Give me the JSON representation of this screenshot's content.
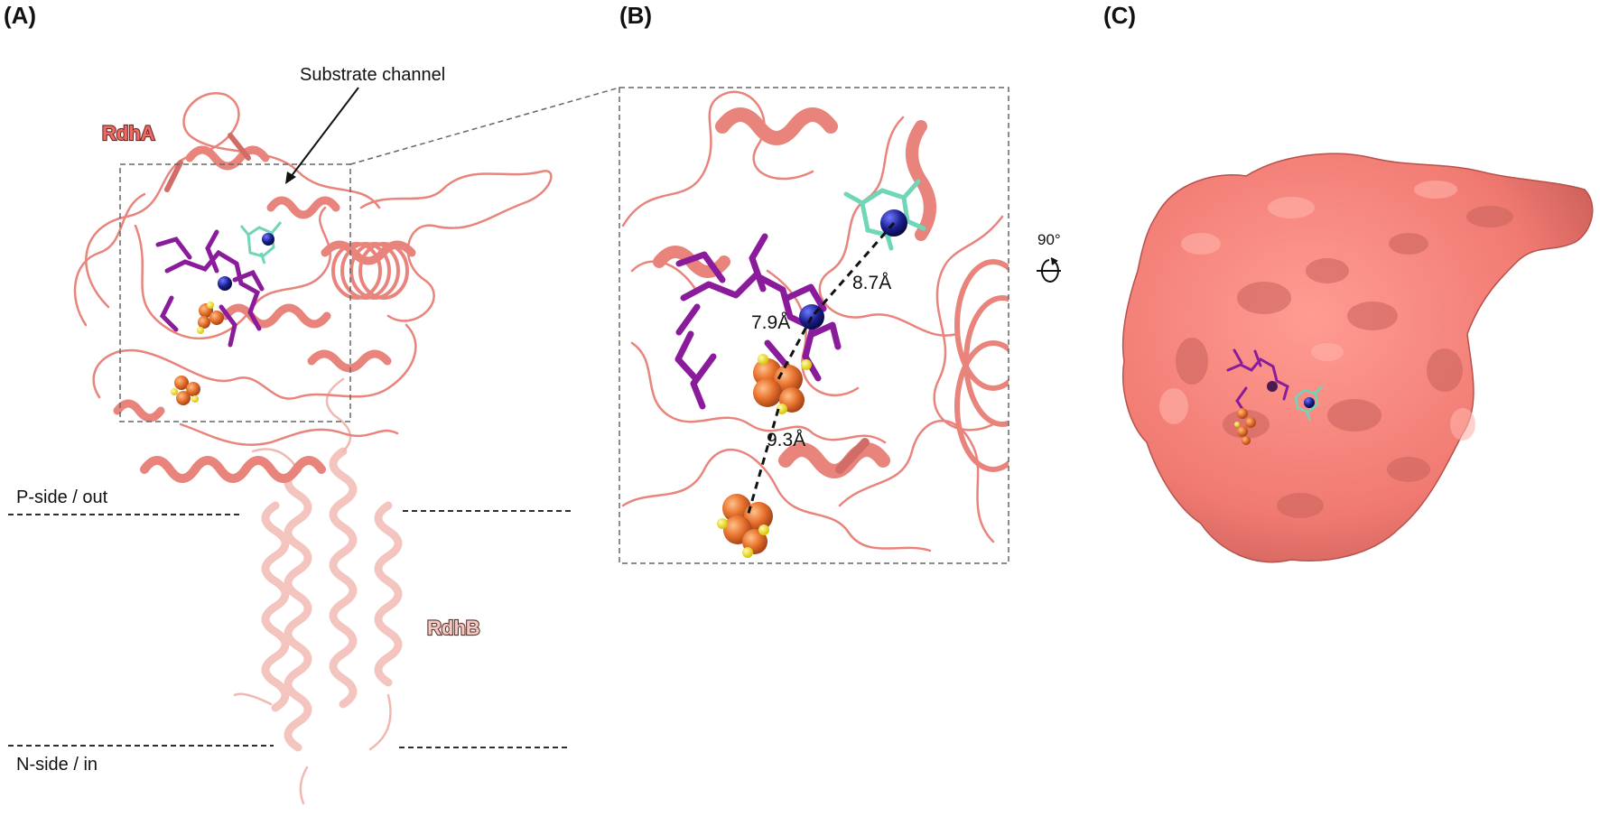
{
  "panels": {
    "a": "(A)",
    "b": "(B)",
    "c": "(C)"
  },
  "annotations": {
    "substrate_channel": "Substrate channel",
    "rdha": "RdhA",
    "rdhb": "RdhB",
    "p_side": "P-side / out",
    "n_side": "N-side / in"
  },
  "distances": {
    "d1": "8.7Å",
    "d2": "7.9Å",
    "d3": "9.3Å"
  },
  "rotation": {
    "angle": "90°"
  },
  "colors": {
    "rdha_ribbon": "#e8847c",
    "rdha_ribbon_dark": "#c9605a",
    "rdhb_ribbon": "#f4c4be",
    "rdhb_ribbon_dark": "#d9a19b",
    "surface": "#f07a72",
    "surface_shadow": "#b8514b",
    "cobalamin": "#8a1c9c",
    "cobalt": "#1a1f8f",
    "ligand": "#6fd6b8",
    "iron": "#e8732e",
    "sulfur": "#f5e51a"
  }
}
